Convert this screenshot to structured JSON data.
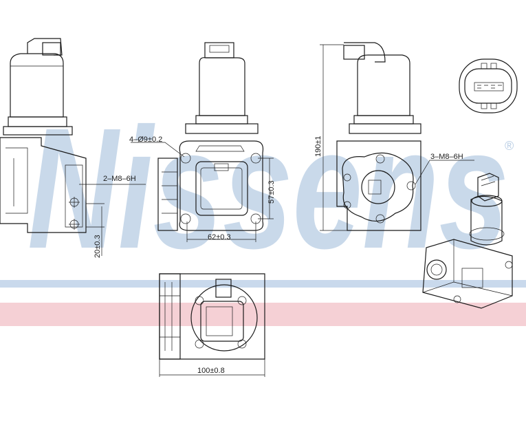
{
  "watermark": {
    "brand": "Nissens",
    "registered": "®"
  },
  "stripes": {
    "blue": "#b8cde4",
    "pink": "#f3c9cf"
  },
  "dimensions": {
    "holes_front": "4–Ø9±0.2",
    "thread_side": "2–M8–6H",
    "height_57": "57±0.3",
    "width_62": "62±0.3",
    "offset_20": "20±0.3",
    "height_190": "190±1",
    "thread_rear": "3–M8–6H",
    "width_100": "100±0.8"
  }
}
